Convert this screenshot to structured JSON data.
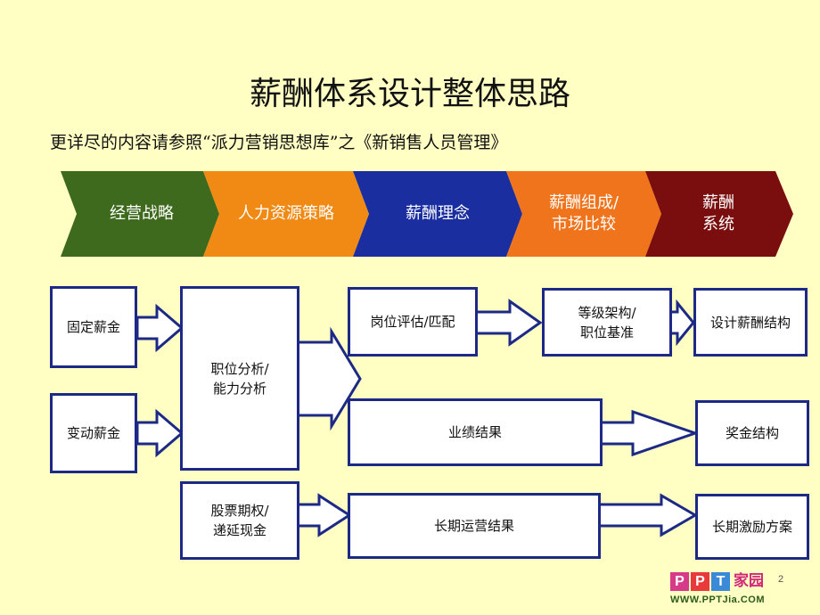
{
  "title": "薪酬体系设计整体思路",
  "subtitle": "更详尽的内容请参照“派力营销思想库”之《新销售人员管理》",
  "stages": [
    {
      "label": "经营战略",
      "color": "#3d6a1c"
    },
    {
      "label": "人力资源策略",
      "color": "#f08a14"
    },
    {
      "label": "薪酬理念",
      "color": "#1a2ea0"
    },
    {
      "label": "薪酬组成/\n市场比较",
      "color": "#f0741c"
    },
    {
      "label": "薪酬\n系统",
      "color": "#7a0e0e"
    }
  ],
  "boxes": {
    "fixed_pay": "固定薪金",
    "variable_pay": "变动薪金",
    "job_analysis": "职位分析/\n能力分析",
    "stock_options": "股票期权/\n递延现金",
    "job_evaluation": "岗位评估/匹配",
    "grade_structure": "等级架构/\n职位基准",
    "design_pay_structure": "设计薪酬结构",
    "performance_results": "业绩结果",
    "bonus_structure": "奖金结构",
    "long_term_results": "长期运营结果",
    "long_term_incentive": "长期激励方案"
  },
  "logo": {
    "letters": [
      "P",
      "P",
      "T"
    ],
    "home": "家园",
    "url": "WWW.PPTJia.COM",
    "page": "2"
  }
}
